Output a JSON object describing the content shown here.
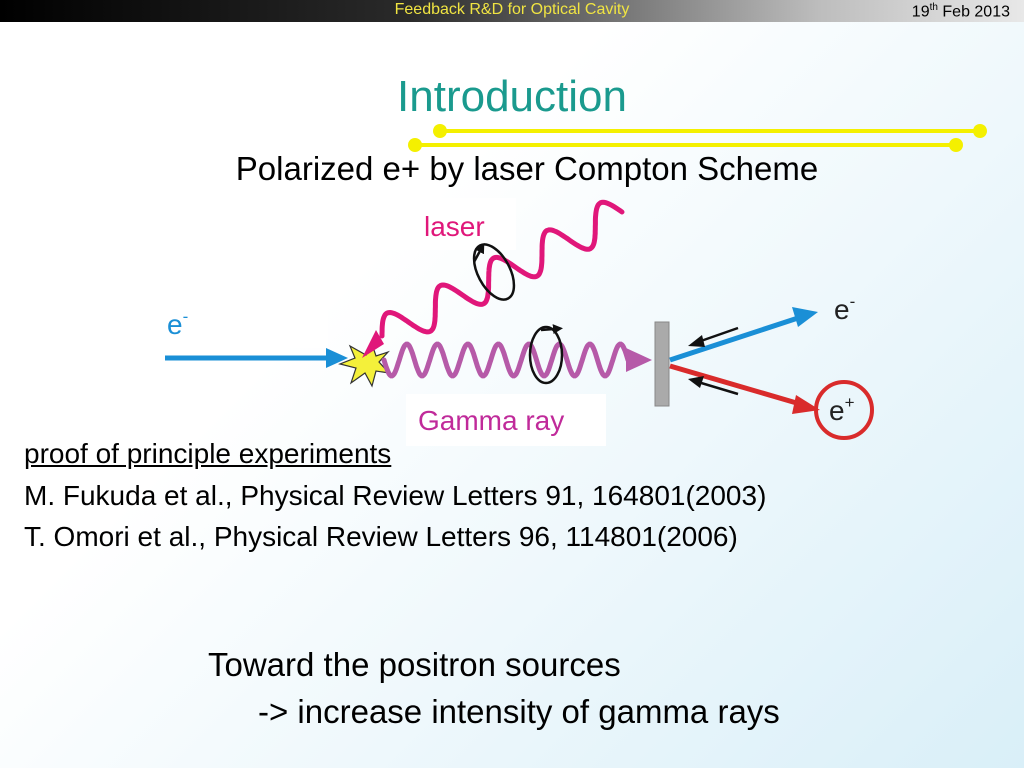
{
  "header": {
    "title": "Feedback R&D for Optical Cavity",
    "date_day": "19",
    "date_suffix": "th",
    "date_rest": "Feb 2013"
  },
  "slide": {
    "title": "Introduction",
    "subtitle": "Polarized e+ by laser Compton Scheme"
  },
  "diagram": {
    "laser_label": "laser",
    "gamma_label": "Gamma ray",
    "electron_in_base": "e",
    "electron_in_sup": "-",
    "electron_out_base": "e",
    "electron_out_sup": "-",
    "positron_base": "e",
    "positron_sup": "+",
    "colors": {
      "laser": "#e0177a",
      "gamma": "#b65aa8",
      "electron": "#1a8fd6",
      "positron": "#d92b2b",
      "star": "#f4f03a",
      "target": "#aaaaaa",
      "title": "#1a9a8e",
      "header_text": "#f0e442",
      "accent_line": "#f4f000"
    }
  },
  "references": {
    "heading": "proof of principle experiments",
    "items": [
      "M. Fukuda et al., Physical Review Letters 91, 164801(2003)",
      "T. Omori et al., Physical Review Letters 96, 114801(2006)"
    ]
  },
  "outlook": {
    "line1": "Toward the positron sources",
    "line2": "-> increase intensity of gamma rays"
  }
}
